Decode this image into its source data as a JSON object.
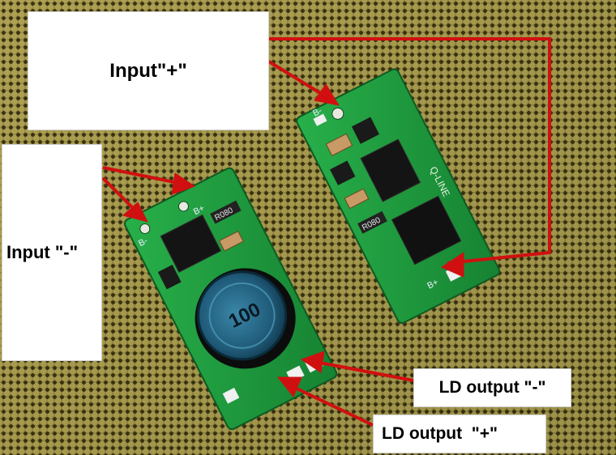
{
  "labels": {
    "input_plus": "Input\"+\"",
    "input_minus": "Input \"-\"",
    "ld_output_minus": "LD output \"-\"",
    "ld_output_plus": "LD output  \"+\""
  },
  "board_markings": {
    "left_board_inductor": "100",
    "left_board_resistor": "R080",
    "left_board_pad_b_plus": "B+",
    "left_board_pad_b_minus": "B-",
    "right_board_resistor": "R080",
    "right_board_silkscreen": "Q-LINE",
    "right_board_pad_b_plus": "B+",
    "right_board_pad_b_minus": "B-"
  },
  "colors": {
    "arrow": "#d01010",
    "pcb_green": "#1f9a3a",
    "background_mesh": "#8a7e3a",
    "label_background": "#ffffff"
  }
}
